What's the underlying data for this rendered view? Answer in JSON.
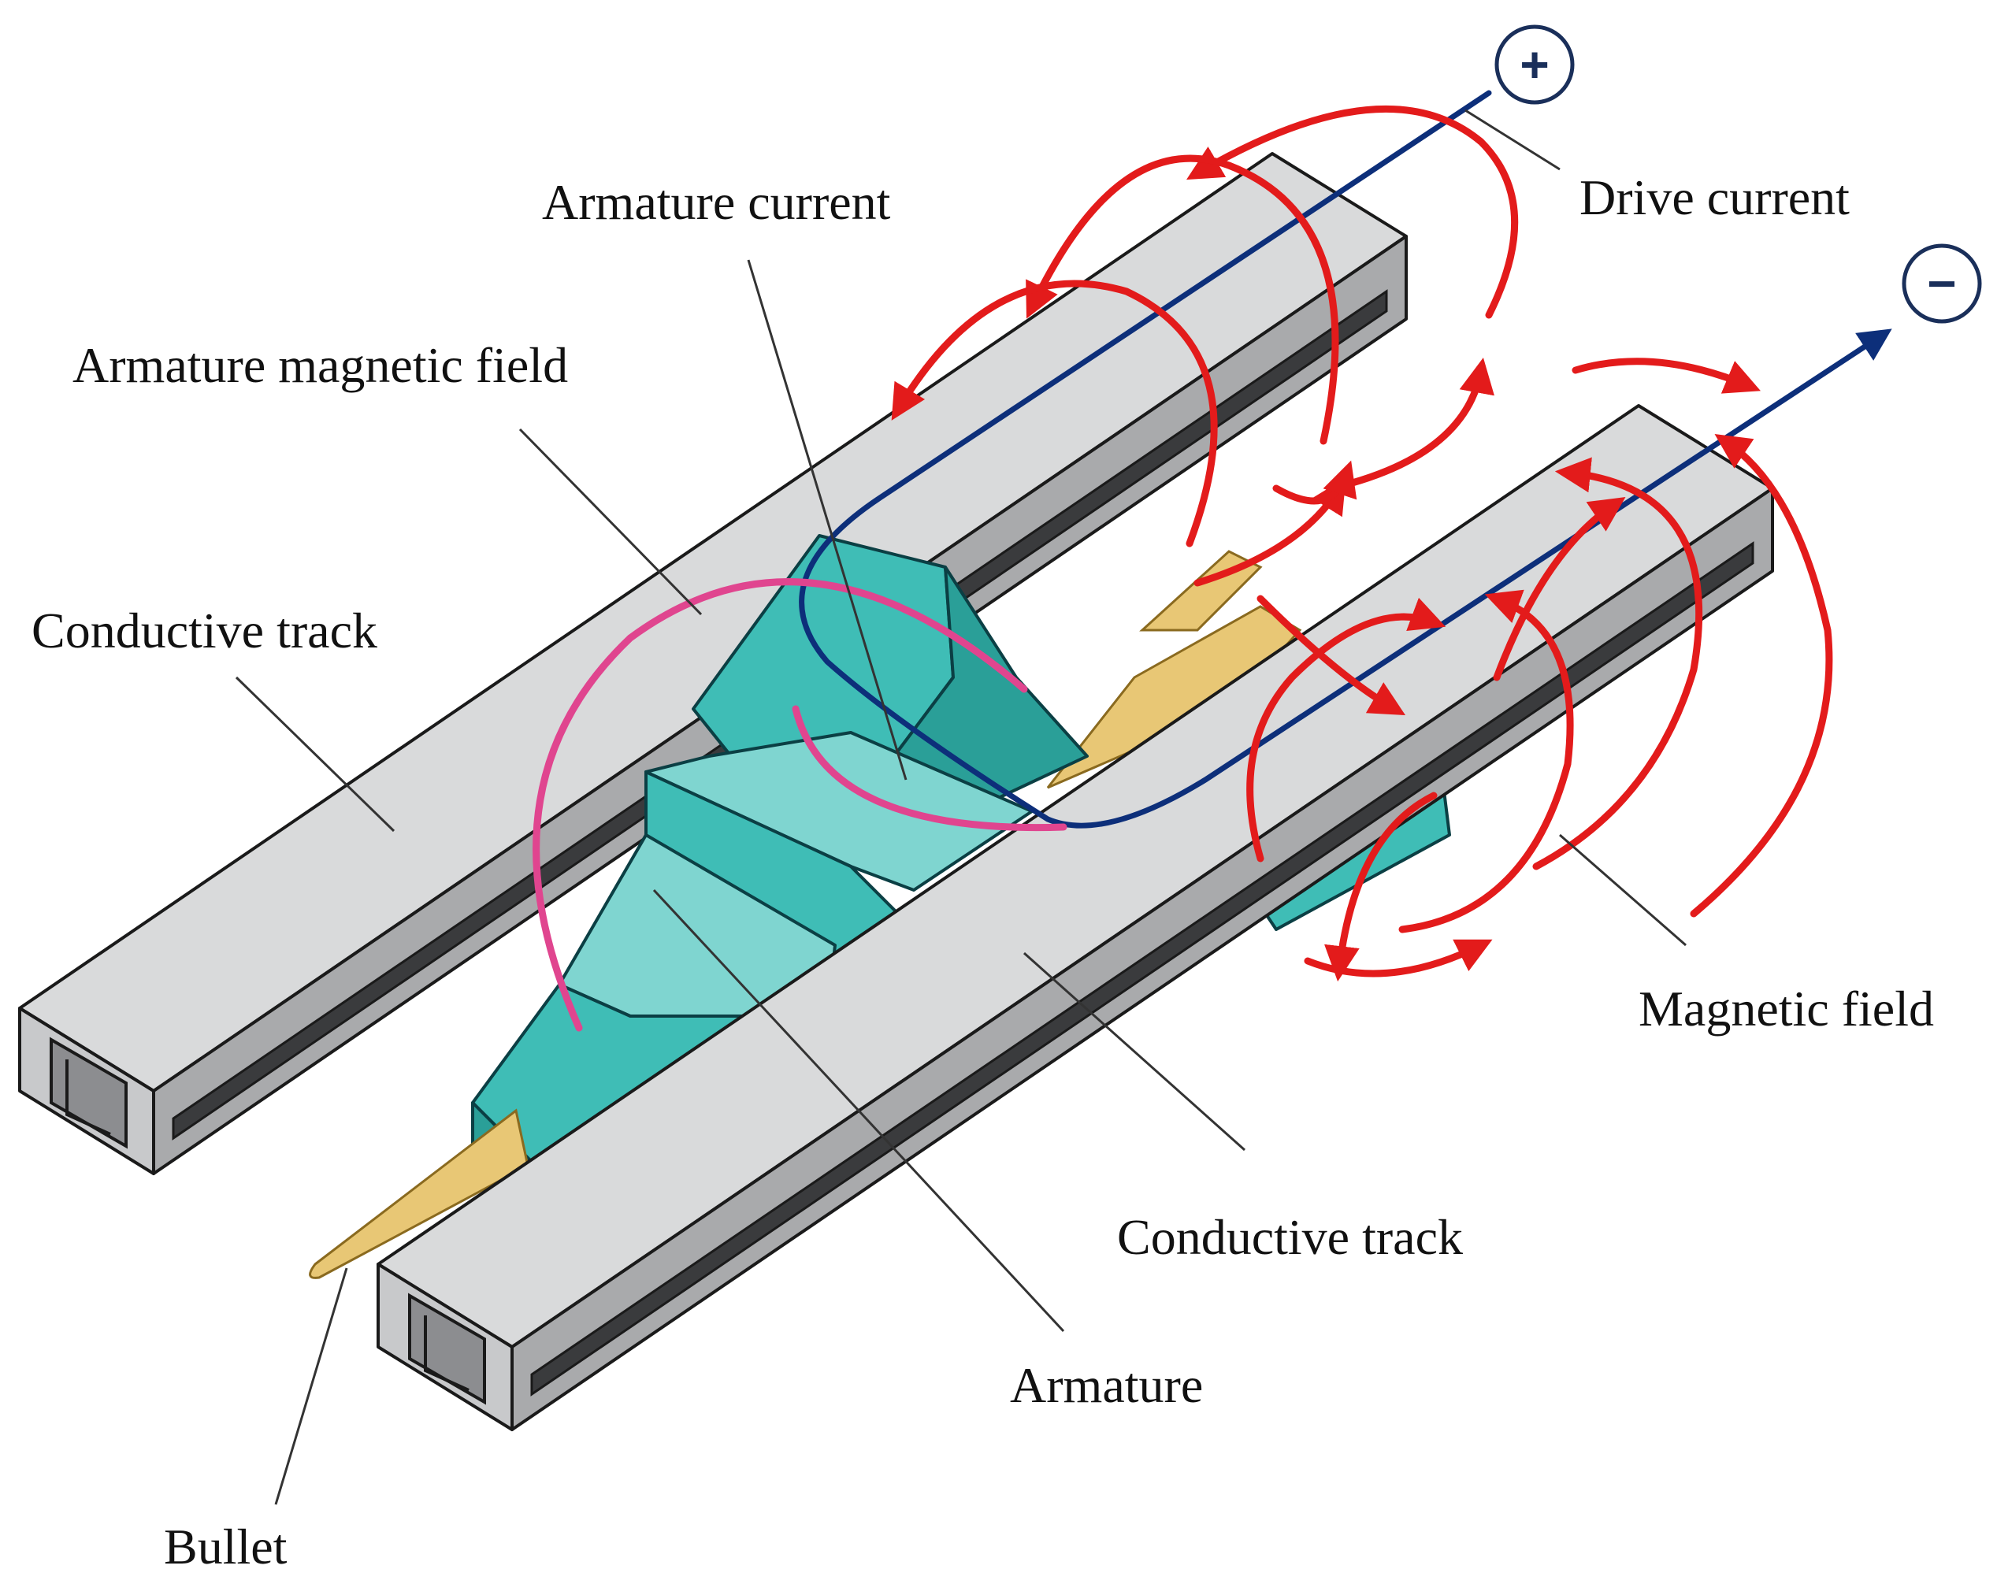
{
  "labels": {
    "armature_current": "Armature current",
    "drive_current": "Drive current",
    "armature_magnetic_field": "Armature magnetic field",
    "conductive_track_left": "Conductive track",
    "magnetic_field": "Magnetic field",
    "conductive_track_right": "Conductive track",
    "armature": "Armature",
    "bullet": "Bullet"
  },
  "terminals": {
    "positive": "+",
    "negative": "−"
  },
  "colors": {
    "rail": "#d9dadb",
    "armature": "#3fbdb6",
    "bullet": "#e8c775",
    "magnetic_field": "#e31b1b",
    "drive_current": "#0d2f7a",
    "armature_magnetic_field": "#e0458f"
  }
}
